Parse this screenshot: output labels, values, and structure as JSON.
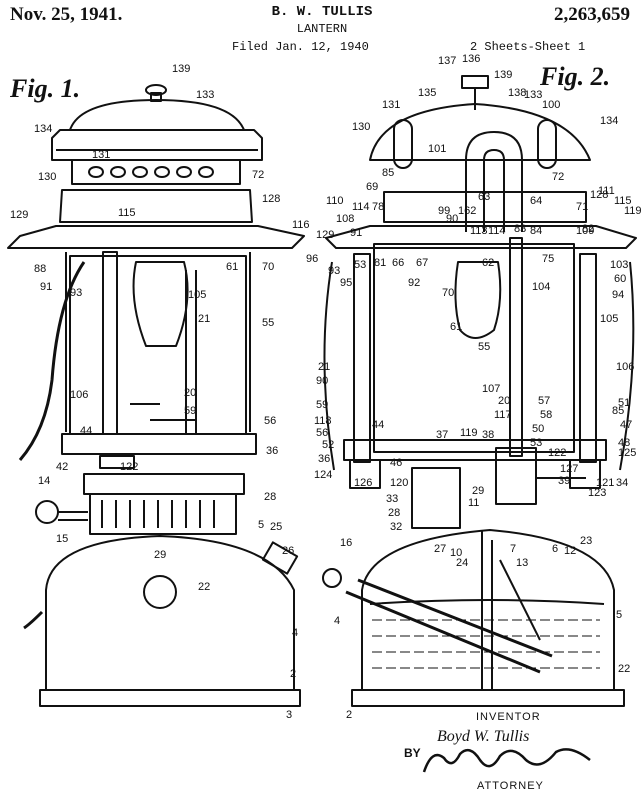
{
  "header": {
    "date": "Nov. 25, 1941.",
    "inventor": "B. W. TULLIS",
    "title": "LANTERN",
    "filed": "Filed Jan. 12, 1940",
    "patent_number": "2,263,659",
    "sheets": "2 Sheets-Sheet 1"
  },
  "figures": {
    "fig1_label": "Fig. 1.",
    "fig2_label": "Fig. 2."
  },
  "fig1_refs": [
    "139",
    "133",
    "134",
    "131",
    "130",
    "72",
    "128",
    "115",
    "129",
    "70",
    "88",
    "91",
    "93",
    "61",
    "55",
    "105",
    "21",
    "106",
    "20",
    "59",
    "44",
    "56",
    "42",
    "36",
    "122",
    "14",
    "28",
    "15",
    "29",
    "5",
    "25",
    "26",
    "22",
    "4",
    "2",
    "3"
  ],
  "fig2_refs": [
    "137",
    "136",
    "139",
    "135",
    "138",
    "133",
    "100",
    "131",
    "134",
    "130",
    "101",
    "85",
    "69",
    "64",
    "72",
    "128",
    "111",
    "110",
    "114",
    "99",
    "162",
    "90",
    "63",
    "71",
    "116",
    "108",
    "78",
    "115",
    "119",
    "82",
    "129",
    "109",
    "91",
    "113",
    "114",
    "84",
    "83",
    "53",
    "81",
    "66",
    "67",
    "75",
    "62",
    "103",
    "96",
    "93",
    "95",
    "70",
    "104",
    "60",
    "94",
    "92",
    "61",
    "105",
    "55",
    "21",
    "90",
    "106",
    "107",
    "20",
    "57",
    "59",
    "117",
    "58",
    "51",
    "118",
    "44",
    "119",
    "37",
    "38",
    "50",
    "53",
    "85",
    "56",
    "47",
    "52",
    "48",
    "36",
    "46",
    "124",
    "122",
    "125",
    "127",
    "121",
    "126",
    "120",
    "39",
    "34",
    "123",
    "33",
    "28",
    "29",
    "11",
    "12",
    "32",
    "27",
    "10",
    "7",
    "6",
    "16",
    "24",
    "13",
    "23",
    "5",
    "4",
    "22",
    "2",
    "3"
  ],
  "signature": {
    "inventor_label": "INVENTOR",
    "inventor_name": "Boyd W. Tullis",
    "by_label": "BY",
    "attorney_label": "ATTORNEY"
  }
}
